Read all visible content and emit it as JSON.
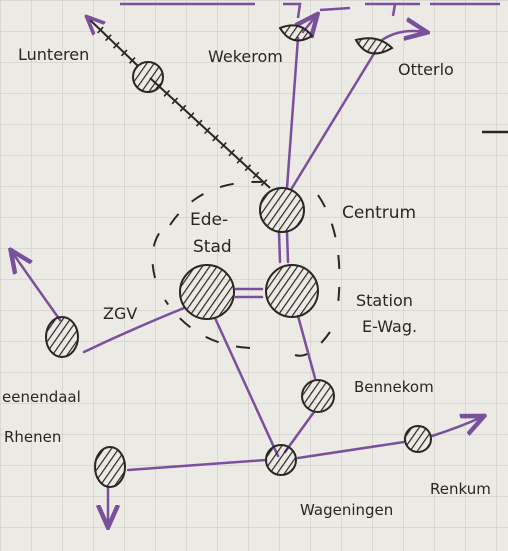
{
  "colors": {
    "paper": "#eceae5",
    "grid": "#c9c6c1",
    "ink": "#2a2622",
    "line": "#7a4f9c"
  },
  "labels": {
    "lunteren": "Lunteren",
    "wekerom": "Wekerom",
    "otterlo": "Otterlo",
    "centrum": "Centrum",
    "ede_stad_1": "Ede-",
    "ede_stad_2": "Stad",
    "station_1": "Station",
    "station_2": "E-Wag.",
    "zgv": "ZGV",
    "veenendaal": "eenendaal",
    "rhenen": "Rhenen",
    "bennekom": "Bennekom",
    "wageningen": "Wageningen",
    "renkum": "Renkum"
  }
}
